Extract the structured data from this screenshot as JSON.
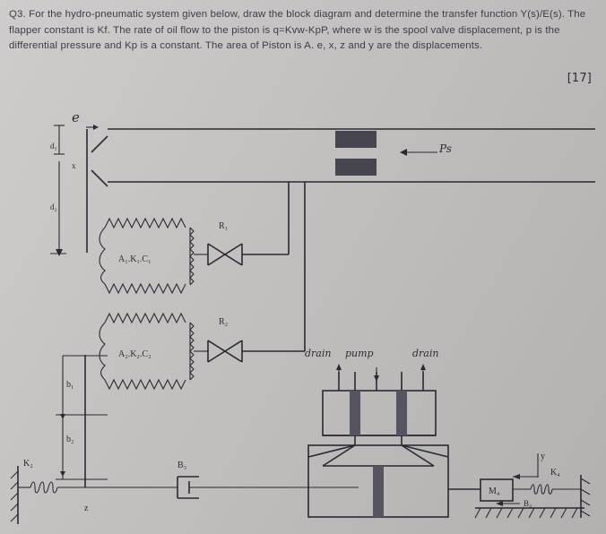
{
  "question": {
    "number": "Q3.",
    "text": "For the hydro-pneumatic system given below, draw the block diagram and determine the transfer function Y(s)/E(s). The flapper constant is Kf. The rate of oil flow to the piston is q=Kvw-KpP, where w is the spool valve displacement, p is the differential pressure and Kp is a constant. The area of Piston is A. e, x, z and y are the displacements.",
    "marks": "[17]"
  },
  "diagram": {
    "labels": {
      "e": "e",
      "x": "x",
      "d1": "d₁",
      "d2": "d₂",
      "ps": "Ps",
      "r1": "R₁",
      "r2": "R₂",
      "bellows1": "A₁.K₁.C₁",
      "bellows2": "A₂.K₂.C₂",
      "b1": "b₁",
      "b2": "b₂",
      "k2": "K₂",
      "z": "z",
      "b3": "B₃",
      "drain_left": "drain",
      "pump": "pump",
      "drain_right": "drain",
      "m4": "M₄",
      "k4": "K₄",
      "b4": "B₄",
      "y": "y"
    }
  }
}
